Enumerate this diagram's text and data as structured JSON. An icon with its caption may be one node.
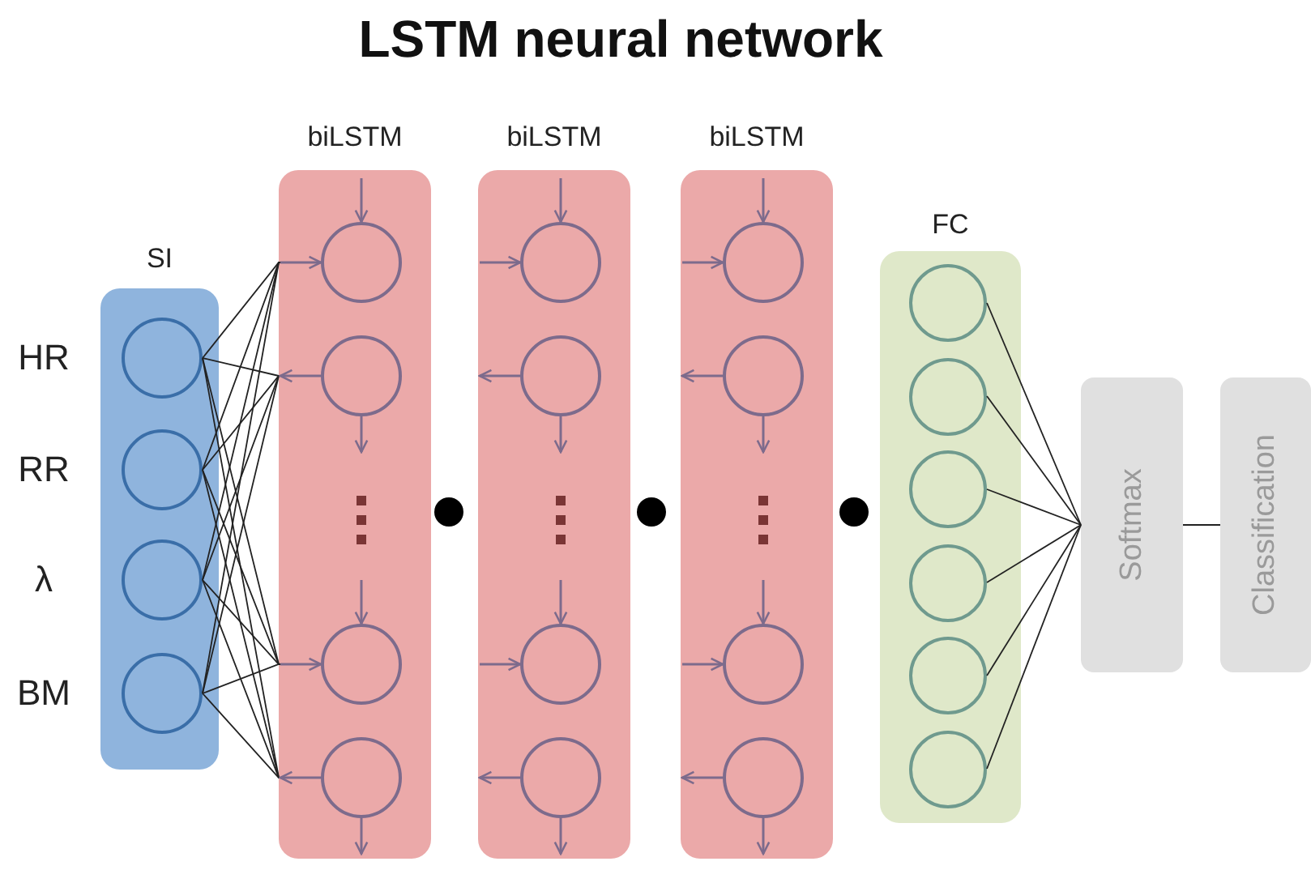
{
  "diagram": {
    "title": "LSTM neural network",
    "nodes": [
      {
        "text": [
          "SI"
        ]
      },
      {
        "text": [],
        "shape": "circle",
        "in": 0,
        "beside": [
          "HR"
        ]
      },
      {
        "text": [],
        "shape": "circle",
        "in": 0,
        "beside": [
          "RR"
        ]
      },
      {
        "text": [],
        "shape": "circle",
        "in": 0,
        "beside": [
          "λ"
        ]
      },
      {
        "text": [],
        "shape": "circle",
        "in": 0,
        "beside": [
          "BM"
        ]
      },
      {
        "text": [
          "biLSTM"
        ]
      },
      {
        "text": [],
        "shape": "circle",
        "in": 5
      },
      {
        "text": [],
        "shape": "circle",
        "in": 5
      },
      {
        "text": [],
        "shape": "circle",
        "in": 5
      },
      {
        "text": [],
        "shape": "circle",
        "in": 5
      },
      {
        "text": [
          "biLSTM"
        ]
      },
      {
        "text": [],
        "shape": "circle",
        "in": 10
      },
      {
        "text": [],
        "shape": "circle",
        "in": 10
      },
      {
        "text": [],
        "shape": "circle",
        "in": 10
      },
      {
        "text": [],
        "shape": "circle",
        "in": 10
      },
      {
        "text": [
          "biLSTM"
        ]
      },
      {
        "text": [],
        "shape": "circle",
        "in": 15
      },
      {
        "text": [],
        "shape": "circle",
        "in": 15
      },
      {
        "text": [],
        "shape": "circle",
        "in": 15
      },
      {
        "text": [],
        "shape": "circle",
        "in": 15
      },
      {
        "text": [
          "FC"
        ]
      },
      {
        "text": [],
        "shape": "circle",
        "in": 20
      },
      {
        "text": [],
        "shape": "circle",
        "in": 20
      },
      {
        "text": [],
        "shape": "circle",
        "in": 20
      },
      {
        "text": [],
        "shape": "circle",
        "in": 20
      },
      {
        "text": [],
        "shape": "circle",
        "in": 20
      },
      {
        "text": [],
        "shape": "circle",
        "in": 20
      },
      {
        "text": [
          "Softmax"
        ]
      },
      {
        "text": [
          "Classification"
        ]
      }
    ],
    "edges": [
      {
        "from": 1,
        "to": 6,
        "arrow": "none",
        "color": "#222222"
      },
      {
        "from": 1,
        "to": 7,
        "arrow": "none",
        "color": "#222222"
      },
      {
        "from": 1,
        "to": 8,
        "arrow": "none",
        "color": "#222222"
      },
      {
        "from": 1,
        "to": 9,
        "arrow": "none",
        "color": "#222222"
      },
      {
        "from": 2,
        "to": 6,
        "arrow": "none",
        "color": "#222222"
      },
      {
        "from": 2,
        "to": 7,
        "arrow": "none",
        "color": "#222222"
      },
      {
        "from": 2,
        "to": 8,
        "arrow": "none",
        "color": "#222222"
      },
      {
        "from": 2,
        "to": 9,
        "arrow": "none",
        "color": "#222222"
      },
      {
        "from": 3,
        "to": 6,
        "arrow": "none",
        "color": "#222222"
      },
      {
        "from": 3,
        "to": 7,
        "arrow": "none",
        "color": "#222222"
      },
      {
        "from": 3,
        "to": 8,
        "arrow": "none",
        "color": "#222222"
      },
      {
        "from": 3,
        "to": 9,
        "arrow": "none",
        "color": "#222222"
      },
      {
        "from": 4,
        "to": 6,
        "arrow": "none",
        "color": "#222222"
      },
      {
        "from": 4,
        "to": 7,
        "arrow": "none",
        "color": "#222222"
      },
      {
        "from": 4,
        "to": 8,
        "arrow": "none",
        "color": "#222222"
      },
      {
        "from": 4,
        "to": 9,
        "arrow": "none",
        "color": "#222222"
      },
      {
        "from": null,
        "to": 6,
        "arrow": "to"
      },
      {
        "from": null,
        "to": 6,
        "arrow": "to"
      },
      {
        "from": 7,
        "to": null,
        "arrow": "to"
      },
      {
        "from": 7,
        "to": null,
        "arrow": "to"
      },
      {
        "from": null,
        "to": 8,
        "arrow": "to"
      },
      {
        "from": null,
        "to": 8,
        "arrow": "to"
      },
      {
        "from": 9,
        "to": null,
        "arrow": "to"
      },
      {
        "from": 9,
        "to": null,
        "arrow": "to"
      },
      {
        "from": null,
        "to": 11,
        "arrow": "to"
      },
      {
        "from": null,
        "to": 11,
        "arrow": "to"
      },
      {
        "from": 12,
        "to": null,
        "arrow": "to"
      },
      {
        "from": 12,
        "to": null,
        "arrow": "to"
      },
      {
        "from": null,
        "to": 13,
        "arrow": "to"
      },
      {
        "from": null,
        "to": 13,
        "arrow": "to"
      },
      {
        "from": 14,
        "to": null,
        "arrow": "to"
      },
      {
        "from": 14,
        "to": null,
        "arrow": "to"
      },
      {
        "from": null,
        "to": 16,
        "arrow": "to"
      },
      {
        "from": null,
        "to": 16,
        "arrow": "to"
      },
      {
        "from": 17,
        "to": null,
        "arrow": "to"
      },
      {
        "from": 17,
        "to": null,
        "arrow": "to"
      },
      {
        "from": null,
        "to": 18,
        "arrow": "to"
      },
      {
        "from": null,
        "to": 18,
        "arrow": "to"
      },
      {
        "from": 19,
        "to": null,
        "arrow": "to"
      },
      {
        "from": 19,
        "to": null,
        "arrow": "to"
      },
      {
        "from": 21,
        "to": 27,
        "arrow": "none",
        "color": "#222222"
      },
      {
        "from": 22,
        "to": 27,
        "arrow": "none",
        "color": "#222222"
      },
      {
        "from": 23,
        "to": 27,
        "arrow": "none",
        "color": "#222222"
      },
      {
        "from": 24,
        "to": 27,
        "arrow": "none",
        "color": "#222222"
      },
      {
        "from": 25,
        "to": 27,
        "arrow": "none",
        "color": "#222222"
      },
      {
        "from": 26,
        "to": 27,
        "arrow": "none",
        "color": "#222222"
      },
      {
        "from": 27,
        "to": 28,
        "arrow": "none",
        "color": "#222222"
      }
    ]
  }
}
